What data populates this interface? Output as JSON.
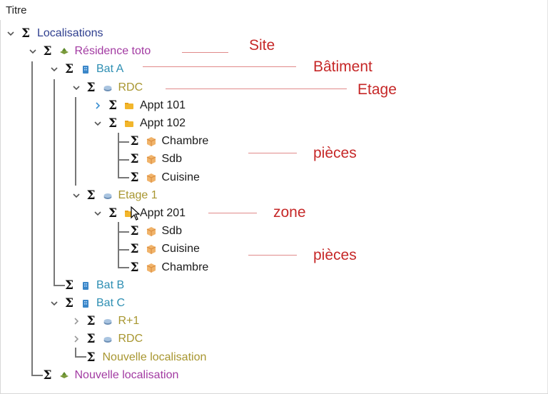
{
  "window": {
    "title": "Titre"
  },
  "tree": [
    {
      "id": "localisations",
      "label": "Localisations",
      "depth": 0,
      "chevron": "down",
      "icon": "none",
      "color": "root"
    },
    {
      "id": "residence-toto",
      "label": "Résidence toto",
      "depth": 1,
      "chevron": "down",
      "icon": "site",
      "color": "site"
    },
    {
      "id": "bat-a",
      "label": "Bat A",
      "depth": 2,
      "chevron": "down",
      "icon": "building",
      "color": "bat"
    },
    {
      "id": "rdc-a",
      "label": "RDC",
      "depth": 3,
      "chevron": "down",
      "icon": "floor",
      "color": "etage"
    },
    {
      "id": "appt-101",
      "label": "Appt 101",
      "depth": 4,
      "chevron": "right-blue",
      "icon": "folder",
      "color": "black"
    },
    {
      "id": "appt-102",
      "label": "Appt 102",
      "depth": 4,
      "chevron": "down",
      "icon": "folder",
      "color": "black"
    },
    {
      "id": "chambre-102",
      "label": "Chambre",
      "depth": 5,
      "chevron": "none",
      "icon": "box",
      "color": "black"
    },
    {
      "id": "sdb-102",
      "label": "Sdb",
      "depth": 5,
      "chevron": "none",
      "icon": "box",
      "color": "black"
    },
    {
      "id": "cuisine-102",
      "label": "Cuisine",
      "depth": 5,
      "chevron": "none",
      "icon": "box",
      "color": "black"
    },
    {
      "id": "etage-1",
      "label": "Etage 1",
      "depth": 3,
      "chevron": "down",
      "icon": "floor",
      "color": "etage"
    },
    {
      "id": "appt-201",
      "label": "Appt 201",
      "depth": 4,
      "chevron": "down",
      "icon": "folder",
      "color": "black"
    },
    {
      "id": "sdb-201",
      "label": "Sdb",
      "depth": 5,
      "chevron": "none",
      "icon": "box",
      "color": "black"
    },
    {
      "id": "cuisine-201",
      "label": "Cuisine",
      "depth": 5,
      "chevron": "none",
      "icon": "box",
      "color": "black"
    },
    {
      "id": "chambre-201",
      "label": "Chambre",
      "depth": 5,
      "chevron": "none",
      "icon": "box",
      "color": "black"
    },
    {
      "id": "bat-b",
      "label": "Bat B",
      "depth": 2,
      "chevron": "none",
      "icon": "building",
      "color": "bat"
    },
    {
      "id": "bat-c",
      "label": "Bat C",
      "depth": 2,
      "chevron": "down",
      "icon": "building",
      "color": "bat"
    },
    {
      "id": "r-plus-1",
      "label": "R+1",
      "depth": 3,
      "chevron": "right-gray",
      "icon": "floor",
      "color": "etage"
    },
    {
      "id": "rdc-c",
      "label": "RDC",
      "depth": 3,
      "chevron": "right-gray",
      "icon": "floor",
      "color": "etage"
    },
    {
      "id": "nouvelle-loc-c",
      "label": "Nouvelle localisation",
      "depth": 3,
      "chevron": "none",
      "icon": "none",
      "color": "etage"
    },
    {
      "id": "nouvelle-loc-root",
      "label": "Nouvelle localisation",
      "depth": 1,
      "chevron": "none",
      "icon": "site",
      "color": "site"
    }
  ],
  "annotations": {
    "site": "Site",
    "batiment": "Bâtiment",
    "etage": "Etage",
    "pieces_1": "pièces",
    "zone": "zone",
    "pieces_2": "pièces"
  },
  "colors": {
    "root": "#2f3f8f",
    "site": "#a23aa2",
    "bat": "#2e8fb3",
    "etage": "#a89630",
    "annotation": "#c62828",
    "connector": "#777777"
  }
}
